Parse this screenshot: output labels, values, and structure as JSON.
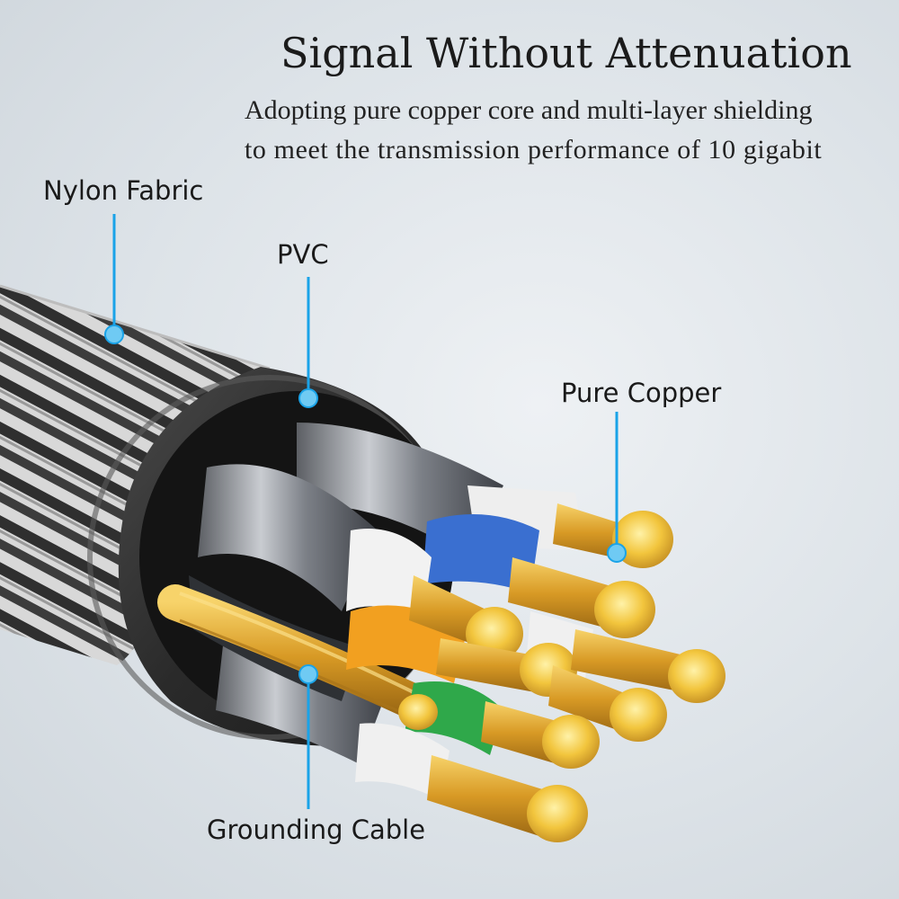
{
  "header": {
    "title": "Signal Without Attenuation",
    "subtitle_line1": "Adopting pure copper core and multi-layer shielding",
    "subtitle_line2": "to meet the transmission performance of 10 gigabit"
  },
  "callouts": {
    "nylon": "Nylon Fabric",
    "pvc": "PVC",
    "copper": "Pure Copper",
    "grounding": "Grounding Cable"
  },
  "colors": {
    "callout_line": "#1aa3e8",
    "copper": "#e7b43a",
    "jacket": "#2b2b2b",
    "wire_blue": "#3a6fd0",
    "wire_orange": "#f2a020",
    "wire_green": "#2fa84a",
    "wire_white": "#f2f2f2"
  }
}
